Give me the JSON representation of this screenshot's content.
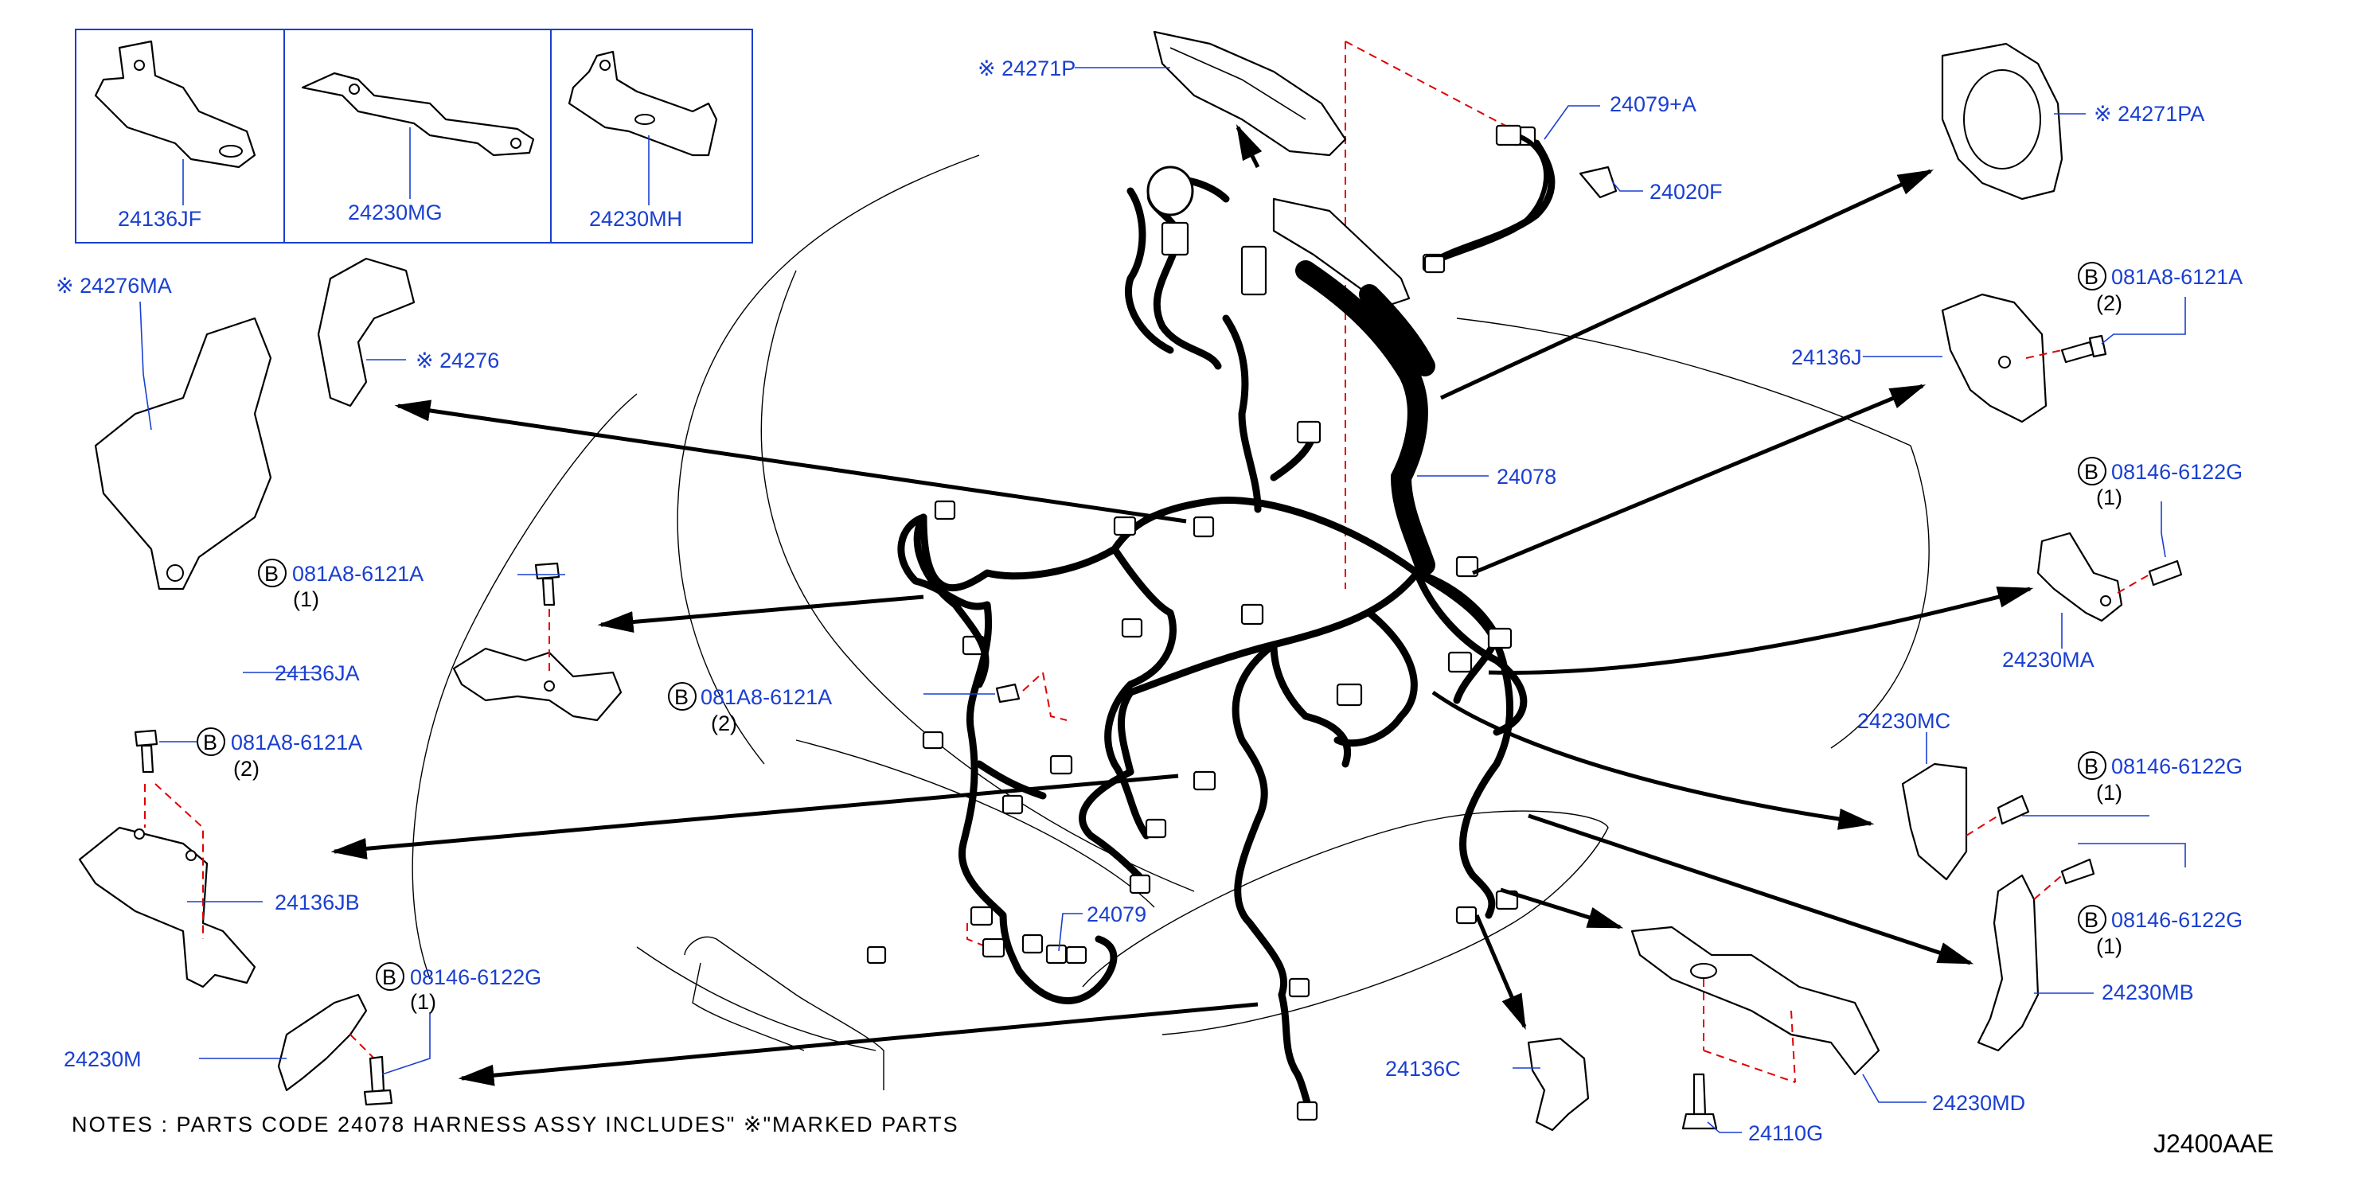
{
  "diagram_code": "J2400AAE",
  "notes": {
    "text": "NOTES : PARTS CODE 24078 HARNESS ASSY INCLUDES\" ※\"MARKED PARTS"
  },
  "inset_parts": [
    {
      "label": "24136JF"
    },
    {
      "label": "24230MG"
    },
    {
      "label": "24230MH"
    }
  ],
  "callouts": {
    "p24271P": "※ 24271P",
    "p24079A": "24079+A",
    "p24020F": "24020F",
    "p24271PA": "※ 24271PA",
    "p24276MA": "※ 24276MA",
    "p24276": "※ 24276",
    "p24078": "24078",
    "p24136J": "24136J",
    "p24136JA": "24136JA",
    "p24136JB": "24136JB",
    "p24230M": "24230M",
    "p24079": "24079",
    "p24230MA": "24230MA",
    "p24230MC": "24230MC",
    "p24230MB": "24230MB",
    "p24136C": "24136C",
    "p24110G": "24110G",
    "p24230MD": "24230MD"
  },
  "bolts": {
    "b1": {
      "symbol": "B",
      "part": "081A8-6121A",
      "qty": "(2)"
    },
    "b2": {
      "symbol": "B",
      "part": "08146-6122G",
      "qty": "(1)"
    },
    "b3": {
      "symbol": "B",
      "part": "081A8-6121A",
      "qty": "(1)"
    },
    "b4": {
      "symbol": "B",
      "part": "081A8-6121A",
      "qty": "(2)"
    },
    "b5": {
      "symbol": "B",
      "part": "081A8-6121A",
      "qty": "(2)"
    },
    "b6": {
      "symbol": "B",
      "part": "08146-6122G",
      "qty": "(1)"
    },
    "b7": {
      "symbol": "B",
      "part": "08146-6122G",
      "qty": "(1)"
    },
    "b8": {
      "symbol": "B",
      "part": "08146-6122G",
      "qty": "(1)"
    }
  },
  "colors": {
    "label_blue": "#1a3fd1",
    "dashed_red": "#e00000",
    "line_black": "#000000"
  }
}
